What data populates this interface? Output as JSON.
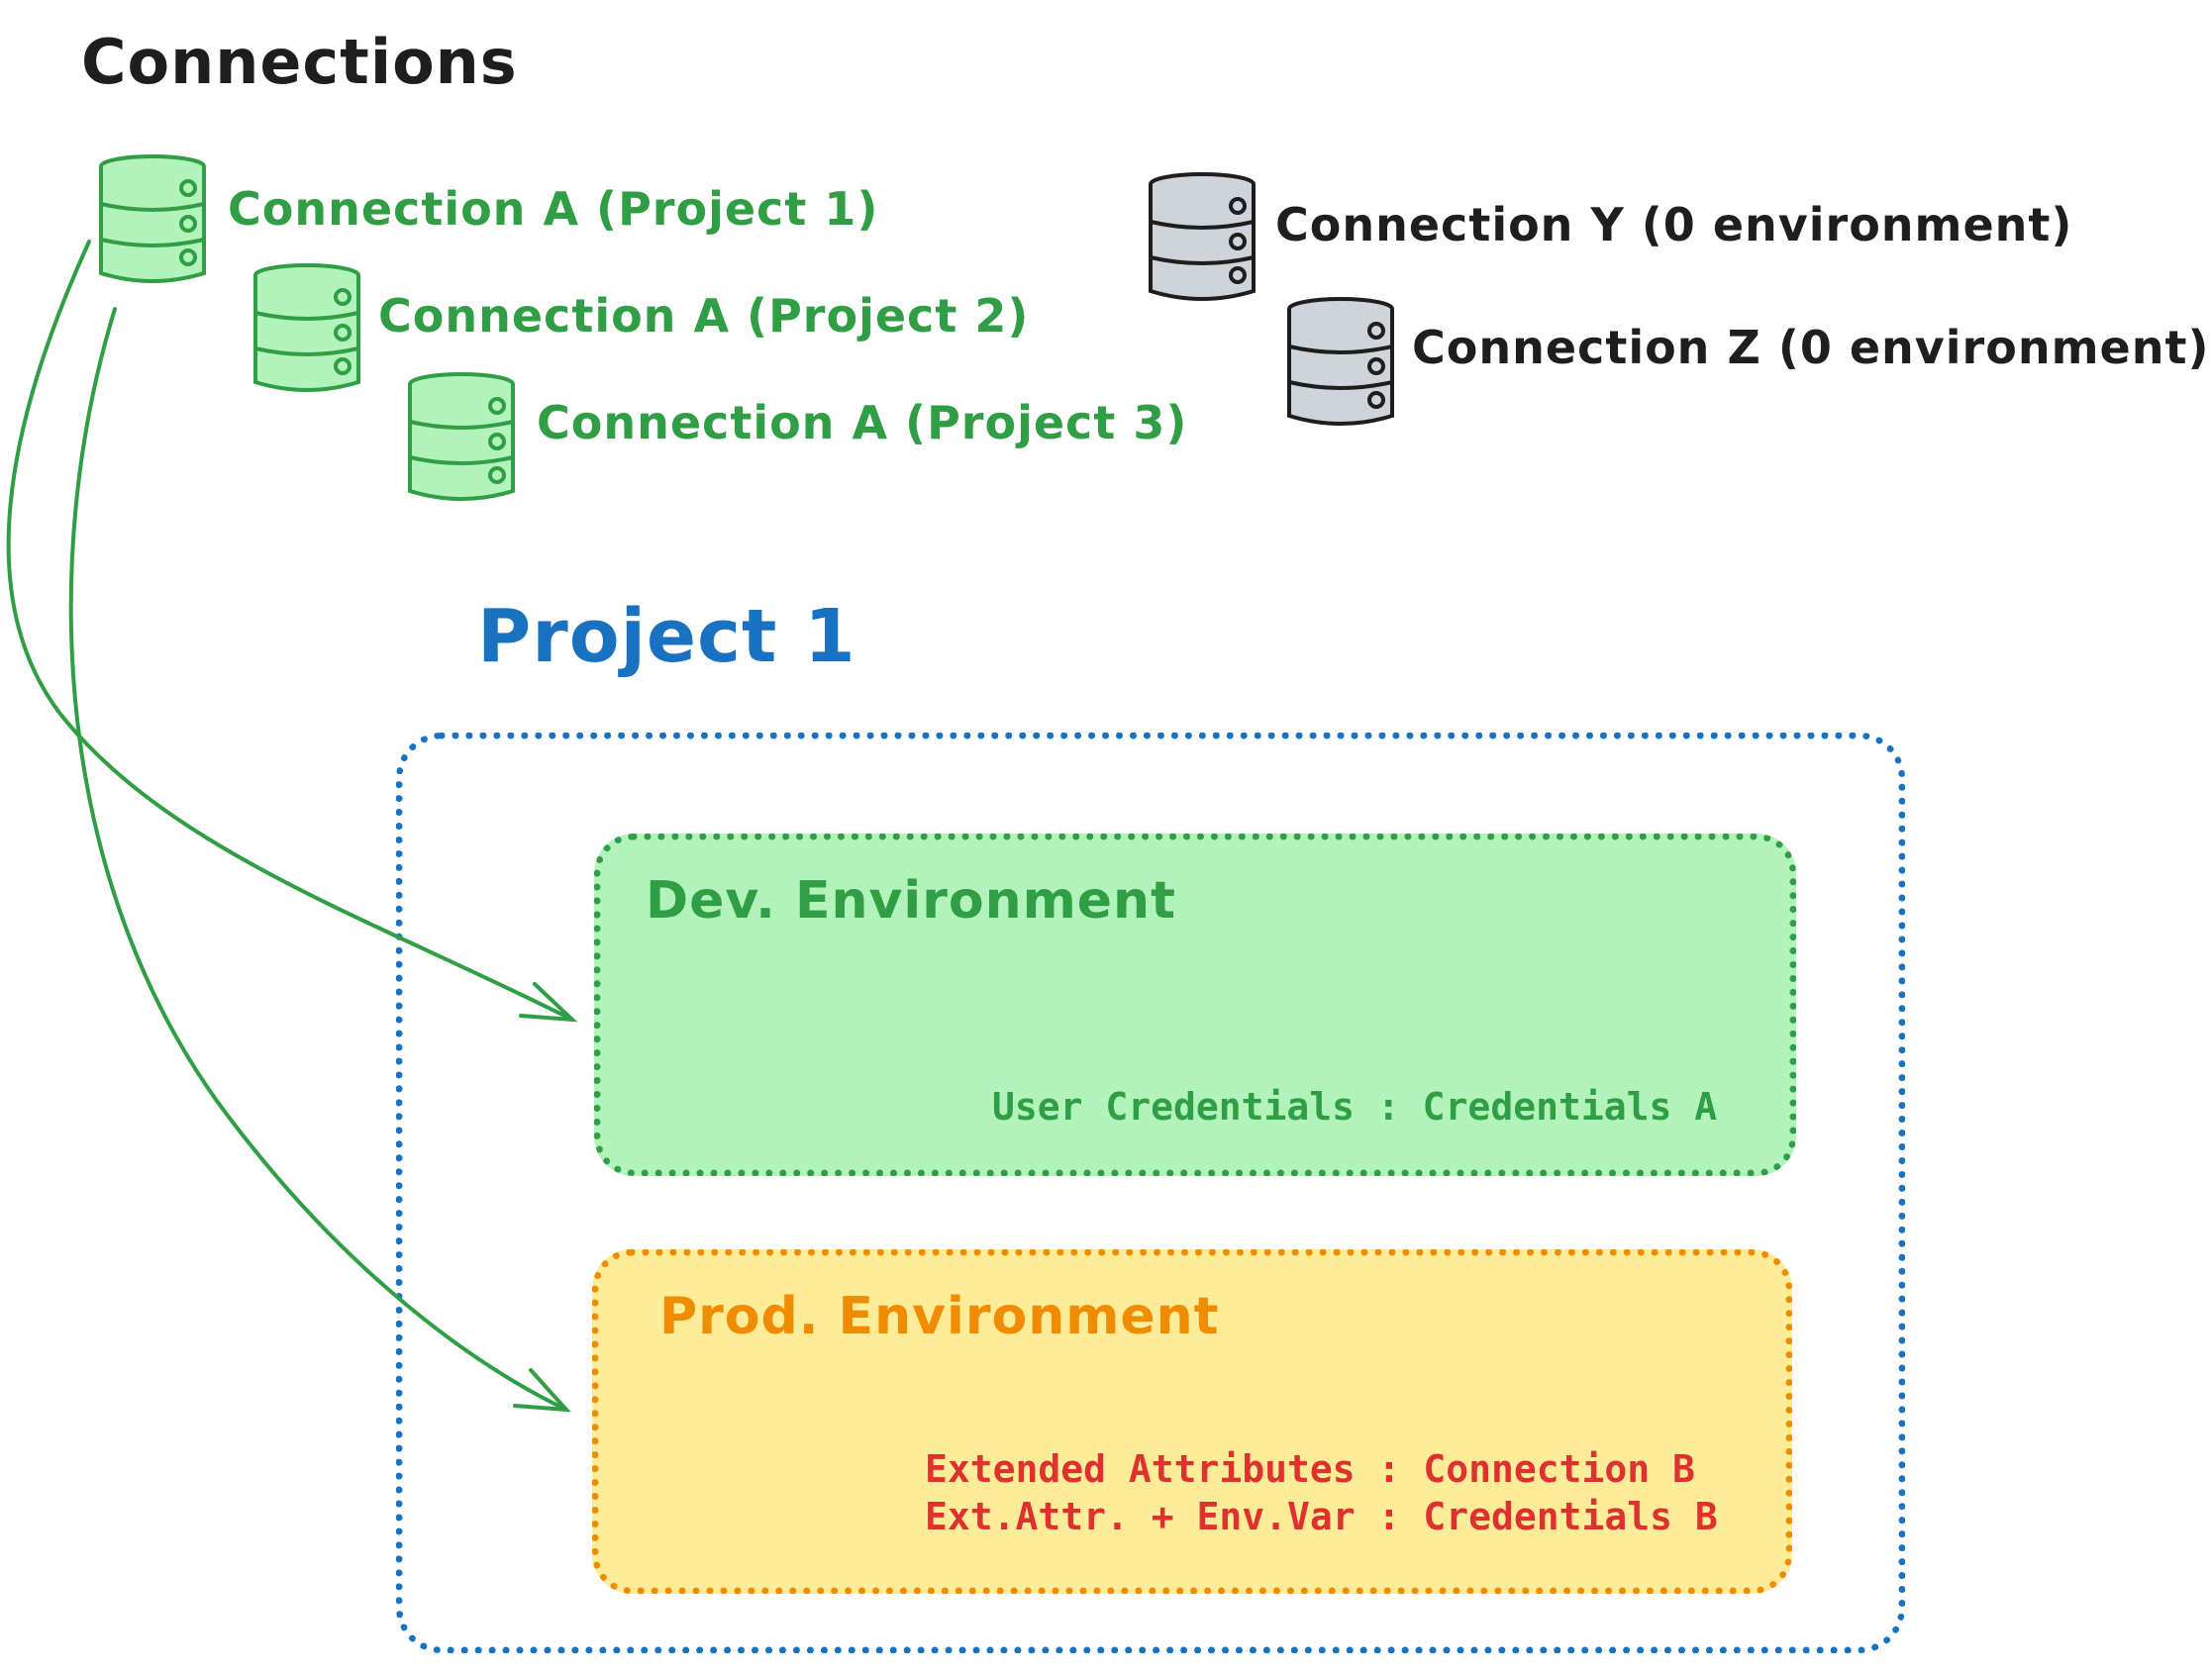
{
  "title": "Connections",
  "connections": [
    {
      "label": "Connection A (Project 1)",
      "status": "active"
    },
    {
      "label": "Connection A (Project 2)",
      "status": "active"
    },
    {
      "label": "Connection A (Project 3)",
      "status": "active"
    },
    {
      "label": "Connection Y (0 environment)",
      "status": "inactive"
    },
    {
      "label": "Connection Z (0 environment)",
      "status": "inactive"
    }
  ],
  "project": {
    "title": "Project 1",
    "dev": {
      "title": "Dev. Environment",
      "lines": [
        "User Credentials : Credentials A"
      ]
    },
    "prod": {
      "title": "Prod. Environment",
      "lines": [
        "Extended Attributes : Connection B",
        "Ext.Attr. + Env.Var : Credentials B"
      ]
    }
  },
  "colors": {
    "active_fill": "#b2f2bb",
    "active_stroke": "#2f9e44",
    "inactive_fill": "#ced4da",
    "inactive_stroke": "#1e1e1e",
    "project": "#1971c2",
    "prod_stroke": "#f08c00",
    "prod_fill": "#ffec99",
    "prod_text": "#e03131"
  },
  "icons": {
    "database": "database-icon"
  }
}
